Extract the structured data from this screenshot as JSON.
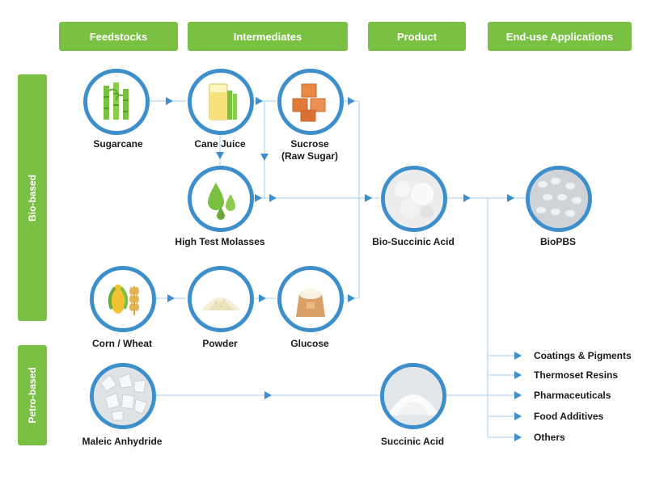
{
  "headers": {
    "feedstocks": "Feedstocks",
    "intermediates": "Intermediates",
    "product": "Product",
    "applications": "End-use Applications"
  },
  "sections": {
    "bio": "Bio-based",
    "petro": "Petro-based"
  },
  "nodes": {
    "sugarcane": "Sugarcane",
    "cane_juice": "Cane Juice",
    "sucrose_line1": "Sucrose",
    "sucrose_line2": "(Raw Sugar)",
    "molasses": "High Test Molasses",
    "bio_succinic": "Bio-Succinic Acid",
    "biopbs": "BioPBS",
    "corn_wheat": "Corn / Wheat",
    "powder": "Powder",
    "glucose": "Glucose",
    "maleic": "Maleic Anhydride",
    "succinic": "Succinic Acid"
  },
  "applications": [
    "Coatings & Pigments",
    "Thermoset Resins",
    "Pharmaceuticals",
    "Food Additives",
    "Others"
  ],
  "colors": {
    "header_green": "#7ac043",
    "ring_blue": "#3d8fcb",
    "line_blue": "#a9cde8",
    "arrow_blue": "#3d8fcb"
  }
}
